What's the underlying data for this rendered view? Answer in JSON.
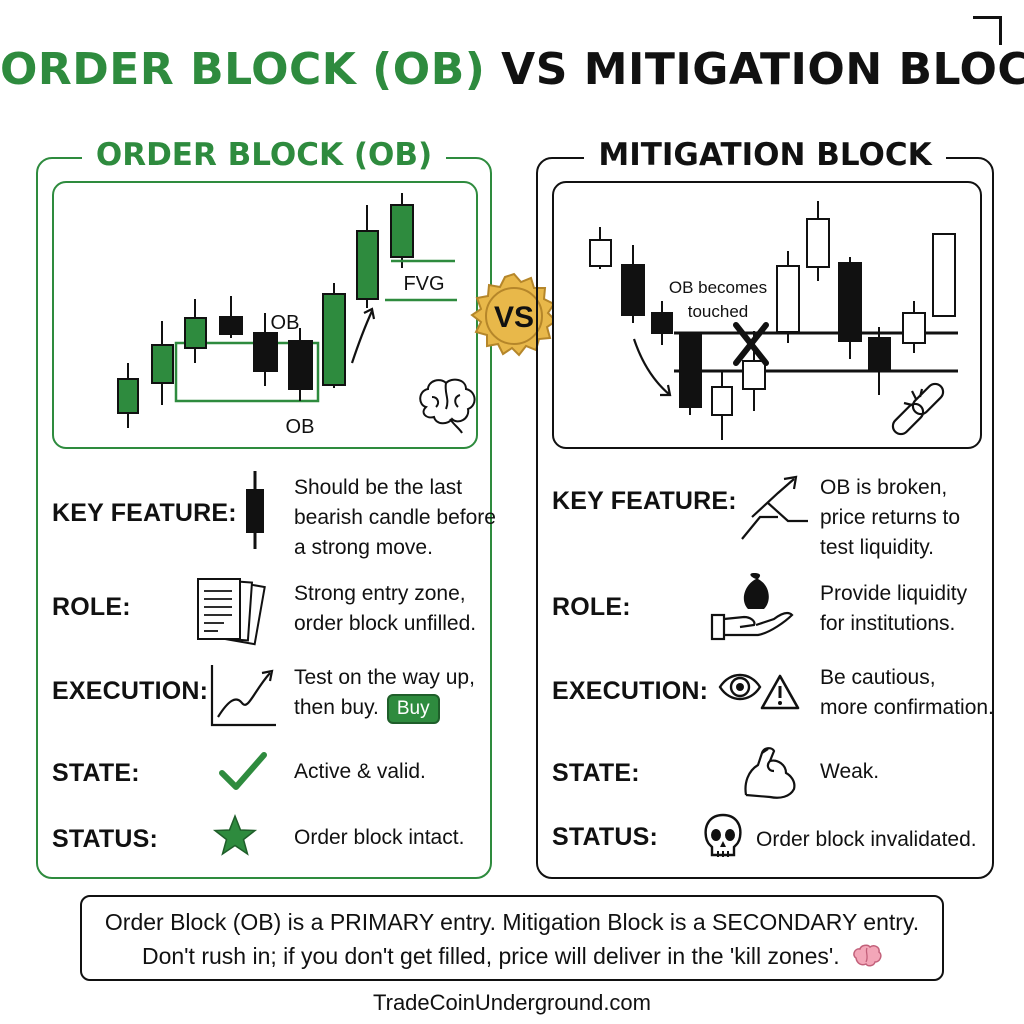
{
  "title": {
    "part1": "ORDER BLOCK (OB)",
    "part2": "VS MITIGATION BLOCK"
  },
  "vs_label": "VS",
  "left": {
    "heading": "ORDER BLOCK (OB)",
    "chart": {
      "ob_label_top": "OB",
      "ob_label_bottom": "OB",
      "fvg_label": "FVG"
    },
    "rows": {
      "key_feature": {
        "label": "KEY FEATURE:",
        "lines": [
          "Should be the last",
          "bearish candle before",
          "a strong move."
        ]
      },
      "role": {
        "label": "ROLE:",
        "lines": [
          "Strong entry zone,",
          "order block unfilled."
        ]
      },
      "execution": {
        "label": "EXECUTION:",
        "line1": "Test on the way up,",
        "line2": "then buy.",
        "badge": "Buy"
      },
      "state": {
        "label": "STATE:",
        "text": "Active & valid."
      },
      "status": {
        "label": "STATUS:",
        "text": "Order block intact."
      }
    }
  },
  "right": {
    "heading": "MITIGATION BLOCK",
    "chart": {
      "annotation_line1": "OB becomes",
      "annotation_line2": "touched"
    },
    "rows": {
      "key_feature": {
        "label": "KEY FEATURE:",
        "lines": [
          "OB is broken,",
          "price returns to",
          "test liquidity."
        ]
      },
      "role": {
        "label": "ROLE:",
        "lines": [
          "Provide liquidity",
          "for institutions."
        ]
      },
      "execution": {
        "label": "EXECUTION:",
        "lines": [
          "Be cautious,",
          "more confirmation."
        ]
      },
      "state": {
        "label": "STATE:",
        "text": "Weak."
      },
      "status": {
        "label": "STATUS:",
        "text": "Order block invalidated."
      }
    }
  },
  "footer": {
    "line1": "Order Block (OB) is a PRIMARY entry. Mitigation Block is a SECONDARY entry.",
    "line2": "Don't rush in; if you don't get filled, price will deliver in the 'kill zones'."
  },
  "website": "TradeCoinUnderground.com",
  "colors": {
    "green": "#2e8b3e",
    "black": "#111111",
    "gold": "#e8b84a"
  }
}
